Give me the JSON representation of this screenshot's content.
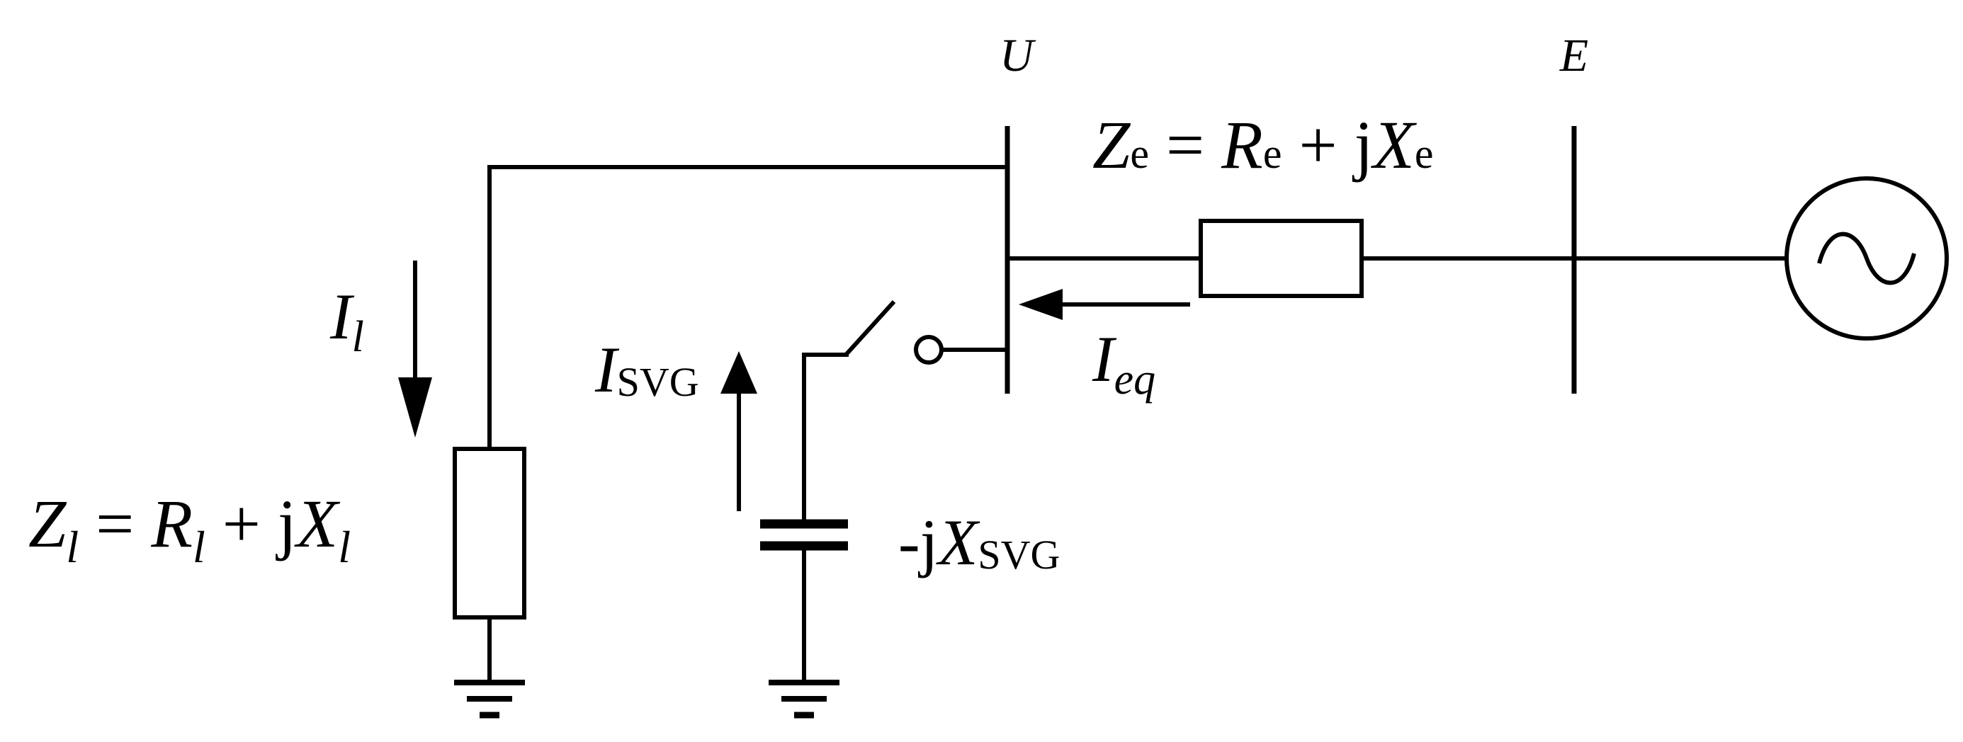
{
  "labels": {
    "bus_u": {
      "sym": "U"
    },
    "bus_e": {
      "sym": "E"
    },
    "ze": {
      "z": "Z",
      "zsub": "e",
      "eq": " = ",
      "r": "R",
      "rsub": "e",
      "plus": " + j",
      "x": "X",
      "xsub": "e"
    },
    "zl": {
      "z": "Z",
      "zsub": "l",
      "eq": " = ",
      "r": "R",
      "rsub": "l",
      "plus": " + j",
      "x": "X",
      "xsub": "l"
    },
    "il": {
      "sym": "I",
      "sub": "l"
    },
    "isvg": {
      "sym": "I",
      "sub": "SVG"
    },
    "ieq": {
      "sym": "I",
      "sub": "eq"
    },
    "xsvg": {
      "pre": "-j",
      "sym": "X",
      "sub": "SVG"
    }
  }
}
